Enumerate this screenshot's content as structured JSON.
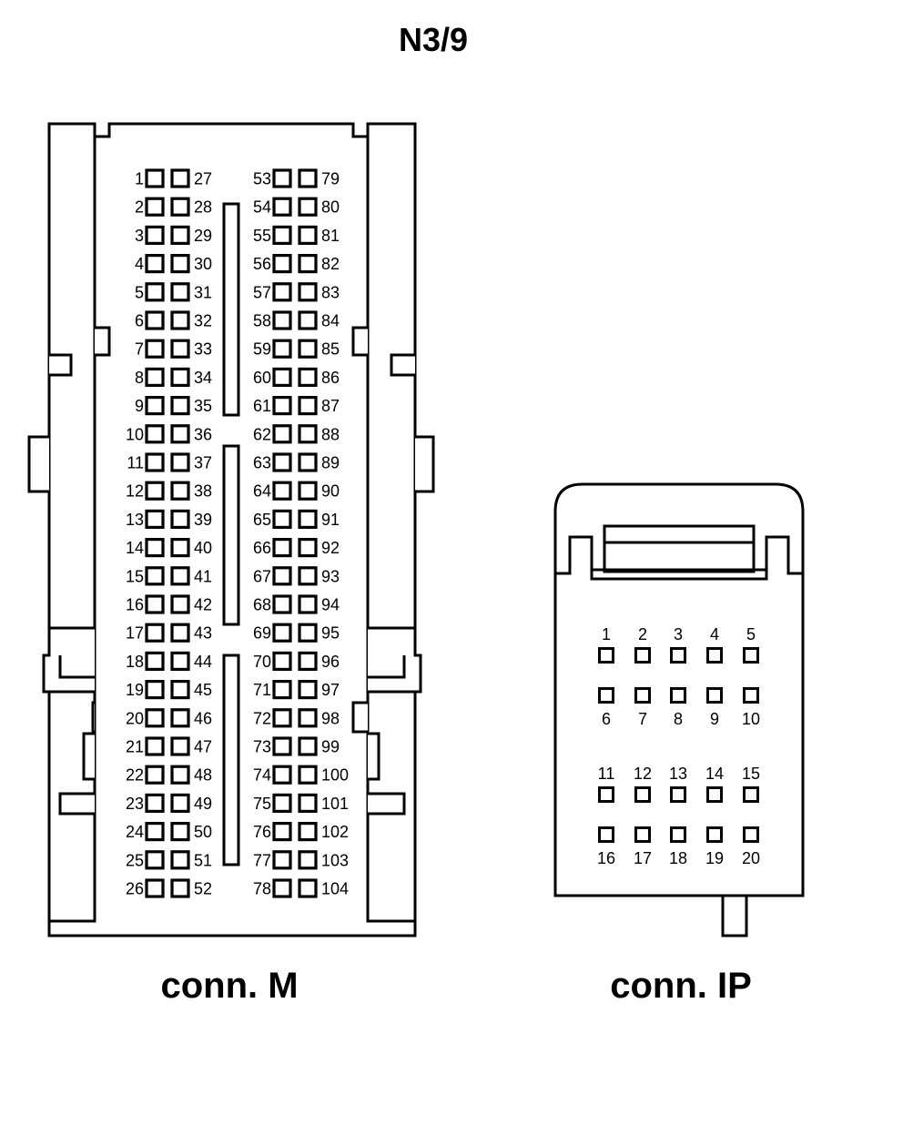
{
  "title": "N3/9",
  "conn_m": {
    "label": "conn. M",
    "pins": [
      [
        "1",
        "27",
        "53",
        "79"
      ],
      [
        "2",
        "28",
        "54",
        "80"
      ],
      [
        "3",
        "29",
        "55",
        "81"
      ],
      [
        "4",
        "30",
        "56",
        "82"
      ],
      [
        "5",
        "31",
        "57",
        "83"
      ],
      [
        "6",
        "32",
        "58",
        "84"
      ],
      [
        "7",
        "33",
        "59",
        "85"
      ],
      [
        "8",
        "34",
        "60",
        "86"
      ],
      [
        "9",
        "35",
        "61",
        "87"
      ],
      [
        "10",
        "36",
        "62",
        "88"
      ],
      [
        "11",
        "37",
        "63",
        "89"
      ],
      [
        "12",
        "38",
        "64",
        "90"
      ],
      [
        "13",
        "39",
        "65",
        "91"
      ],
      [
        "14",
        "40",
        "66",
        "92"
      ],
      [
        "15",
        "41",
        "67",
        "93"
      ],
      [
        "16",
        "42",
        "68",
        "94"
      ],
      [
        "17",
        "43",
        "69",
        "95"
      ],
      [
        "18",
        "44",
        "70",
        "96"
      ],
      [
        "19",
        "45",
        "71",
        "97"
      ],
      [
        "20",
        "46",
        "72",
        "98"
      ],
      [
        "21",
        "47",
        "73",
        "99"
      ],
      [
        "22",
        "48",
        "74",
        "100"
      ],
      [
        "23",
        "49",
        "75",
        "101"
      ],
      [
        "24",
        "50",
        "76",
        "102"
      ],
      [
        "25",
        "51",
        "77",
        "103"
      ],
      [
        "26",
        "52",
        "78",
        "104"
      ]
    ]
  },
  "conn_ip": {
    "label": "conn. IP",
    "rows": [
      {
        "pins": [
          "1",
          "2",
          "3",
          "4",
          "5"
        ],
        "label_side": "above"
      },
      {
        "pins": [
          "6",
          "7",
          "8",
          "9",
          "10"
        ],
        "label_side": "below"
      },
      {
        "pins": [
          "11",
          "12",
          "13",
          "14",
          "15"
        ],
        "label_side": "above"
      },
      {
        "pins": [
          "16",
          "17",
          "18",
          "19",
          "20"
        ],
        "label_side": "below"
      }
    ]
  }
}
